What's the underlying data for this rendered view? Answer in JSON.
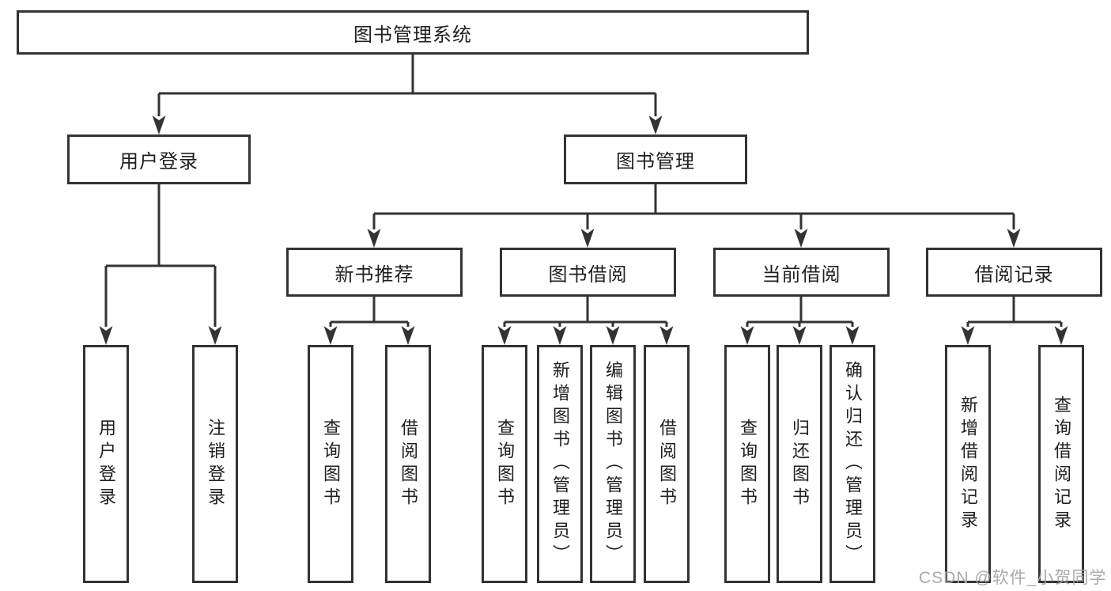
{
  "colors": {
    "line": "#333333",
    "text": "#1f1f1f",
    "node_background": "#ffffff",
    "watermark": "#a6a6a6"
  },
  "diagram": {
    "root": {
      "label": "图书管理系统"
    },
    "branches": [
      {
        "label": "用户登录",
        "children": [
          {
            "label": "用户登录"
          },
          {
            "label": "注销登录"
          }
        ]
      },
      {
        "label": "图书管理",
        "groups": [
          {
            "label": "新书推荐",
            "children": [
              {
                "label": "查询图书"
              },
              {
                "label": "借阅图书"
              }
            ]
          },
          {
            "label": "图书借阅",
            "children": [
              {
                "label": "查询图书"
              },
              {
                "label": "新增图书（管理员）"
              },
              {
                "label": "编辑图书（管理员）"
              },
              {
                "label": "借阅图书"
              }
            ]
          },
          {
            "label": "当前借阅",
            "children": [
              {
                "label": "查询图书"
              },
              {
                "label": "归还图书"
              },
              {
                "label": "确认归还（管理员）"
              }
            ]
          },
          {
            "label": "借阅记录",
            "children": [
              {
                "label": "新增借阅记录"
              },
              {
                "label": "查询借阅记录"
              }
            ]
          }
        ]
      }
    ]
  },
  "watermark": {
    "text": "CSDN @软件_小贺同学"
  }
}
